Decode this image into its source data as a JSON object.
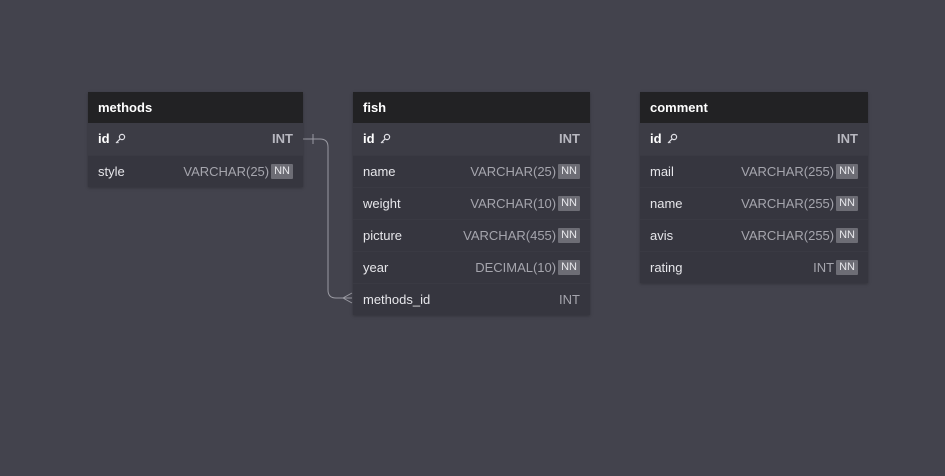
{
  "diagram": {
    "background": "#43434d",
    "tables": [
      {
        "name": "methods",
        "columns": [
          {
            "name": "id",
            "type": "INT",
            "pk": true,
            "nn": false,
            "icon": "key-icon"
          },
          {
            "name": "style",
            "type": "VARCHAR(25)",
            "pk": false,
            "nn": true,
            "nn_label": "NN"
          }
        ]
      },
      {
        "name": "fish",
        "columns": [
          {
            "name": "id",
            "type": "INT",
            "pk": true,
            "nn": false,
            "icon": "key-icon"
          },
          {
            "name": "name",
            "type": "VARCHAR(25)",
            "pk": false,
            "nn": true,
            "nn_label": "NN"
          },
          {
            "name": "weight",
            "type": "VARCHAR(10)",
            "pk": false,
            "nn": true,
            "nn_label": "NN"
          },
          {
            "name": "picture",
            "type": "VARCHAR(455)",
            "pk": false,
            "nn": true,
            "nn_label": "NN"
          },
          {
            "name": "year",
            "type": "DECIMAL(10)",
            "pk": false,
            "nn": true,
            "nn_label": "NN"
          },
          {
            "name": "methods_id",
            "type": "INT",
            "pk": false,
            "nn": false
          }
        ]
      },
      {
        "name": "comment",
        "columns": [
          {
            "name": "id",
            "type": "INT",
            "pk": true,
            "nn": false,
            "icon": "key-icon"
          },
          {
            "name": "mail",
            "type": "VARCHAR(255)",
            "pk": false,
            "nn": true,
            "nn_label": "NN"
          },
          {
            "name": "name",
            "type": "VARCHAR(255)",
            "pk": false,
            "nn": true,
            "nn_label": "NN"
          },
          {
            "name": "avis",
            "type": "VARCHAR(255)",
            "pk": false,
            "nn": true,
            "nn_label": "NN"
          },
          {
            "name": "rating",
            "type": "INT",
            "pk": false,
            "nn": true,
            "nn_label": "NN"
          }
        ]
      }
    ],
    "relationships": [
      {
        "from": "methods.id",
        "to": "fish.methods_id",
        "from_cardinality": "one",
        "to_cardinality": "many"
      }
    ]
  }
}
